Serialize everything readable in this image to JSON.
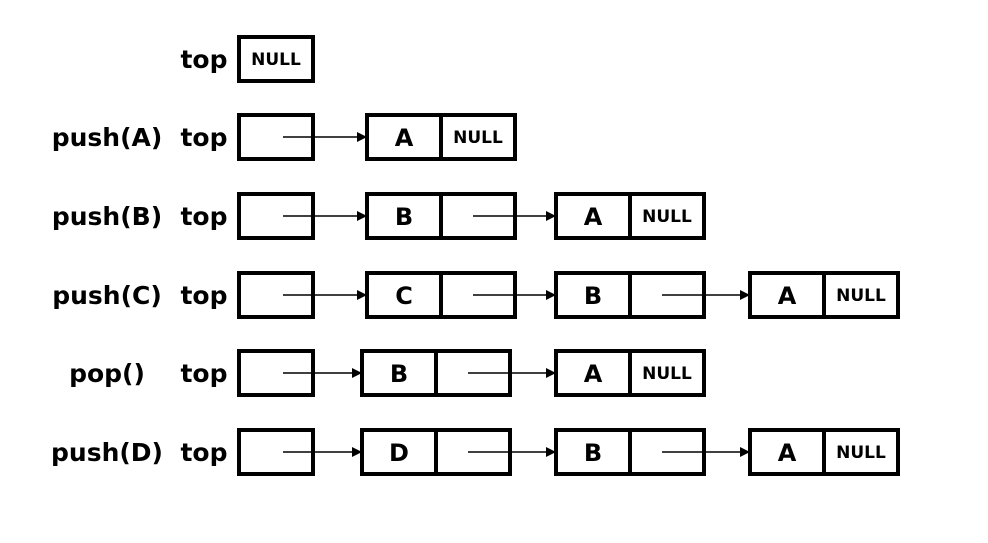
{
  "top_label": "top",
  "null_label": "NULL",
  "rows": [
    {
      "op": "",
      "nodes": []
    },
    {
      "op": "push(A)",
      "nodes": [
        "A"
      ]
    },
    {
      "op": "push(B)",
      "nodes": [
        "B",
        "A"
      ]
    },
    {
      "op": "push(C)",
      "nodes": [
        "C",
        "B",
        "A"
      ]
    },
    {
      "op": "pop()",
      "nodes": [
        "B",
        "A"
      ]
    },
    {
      "op": "push(D)",
      "nodes": [
        "D",
        "B",
        "A"
      ]
    }
  ]
}
